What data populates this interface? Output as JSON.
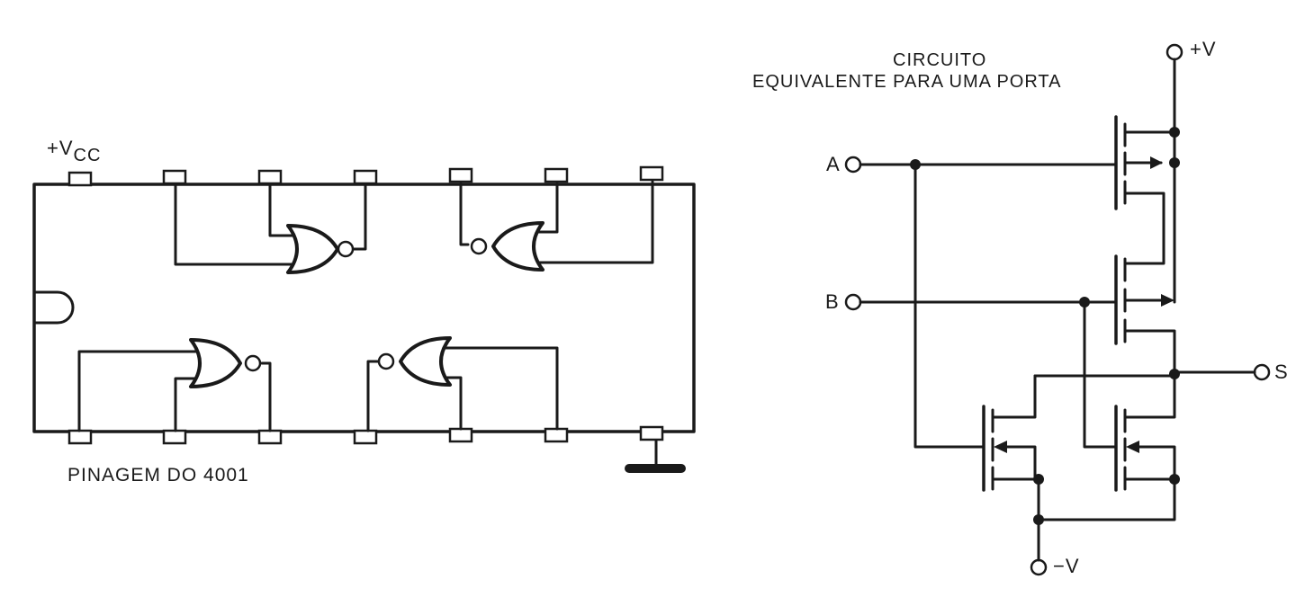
{
  "pinout": {
    "vcc_prefix": "+V",
    "vcc_sub": "CC",
    "caption": "PINAGEM DO 4001"
  },
  "equivalent": {
    "title_line1": "CIRCUITO",
    "title_line2": "EQUIVALENTE PARA UMA PORTA",
    "input_a": "A",
    "input_b": "B",
    "output": "S",
    "supply_pos": "+V",
    "supply_neg": "−V"
  }
}
